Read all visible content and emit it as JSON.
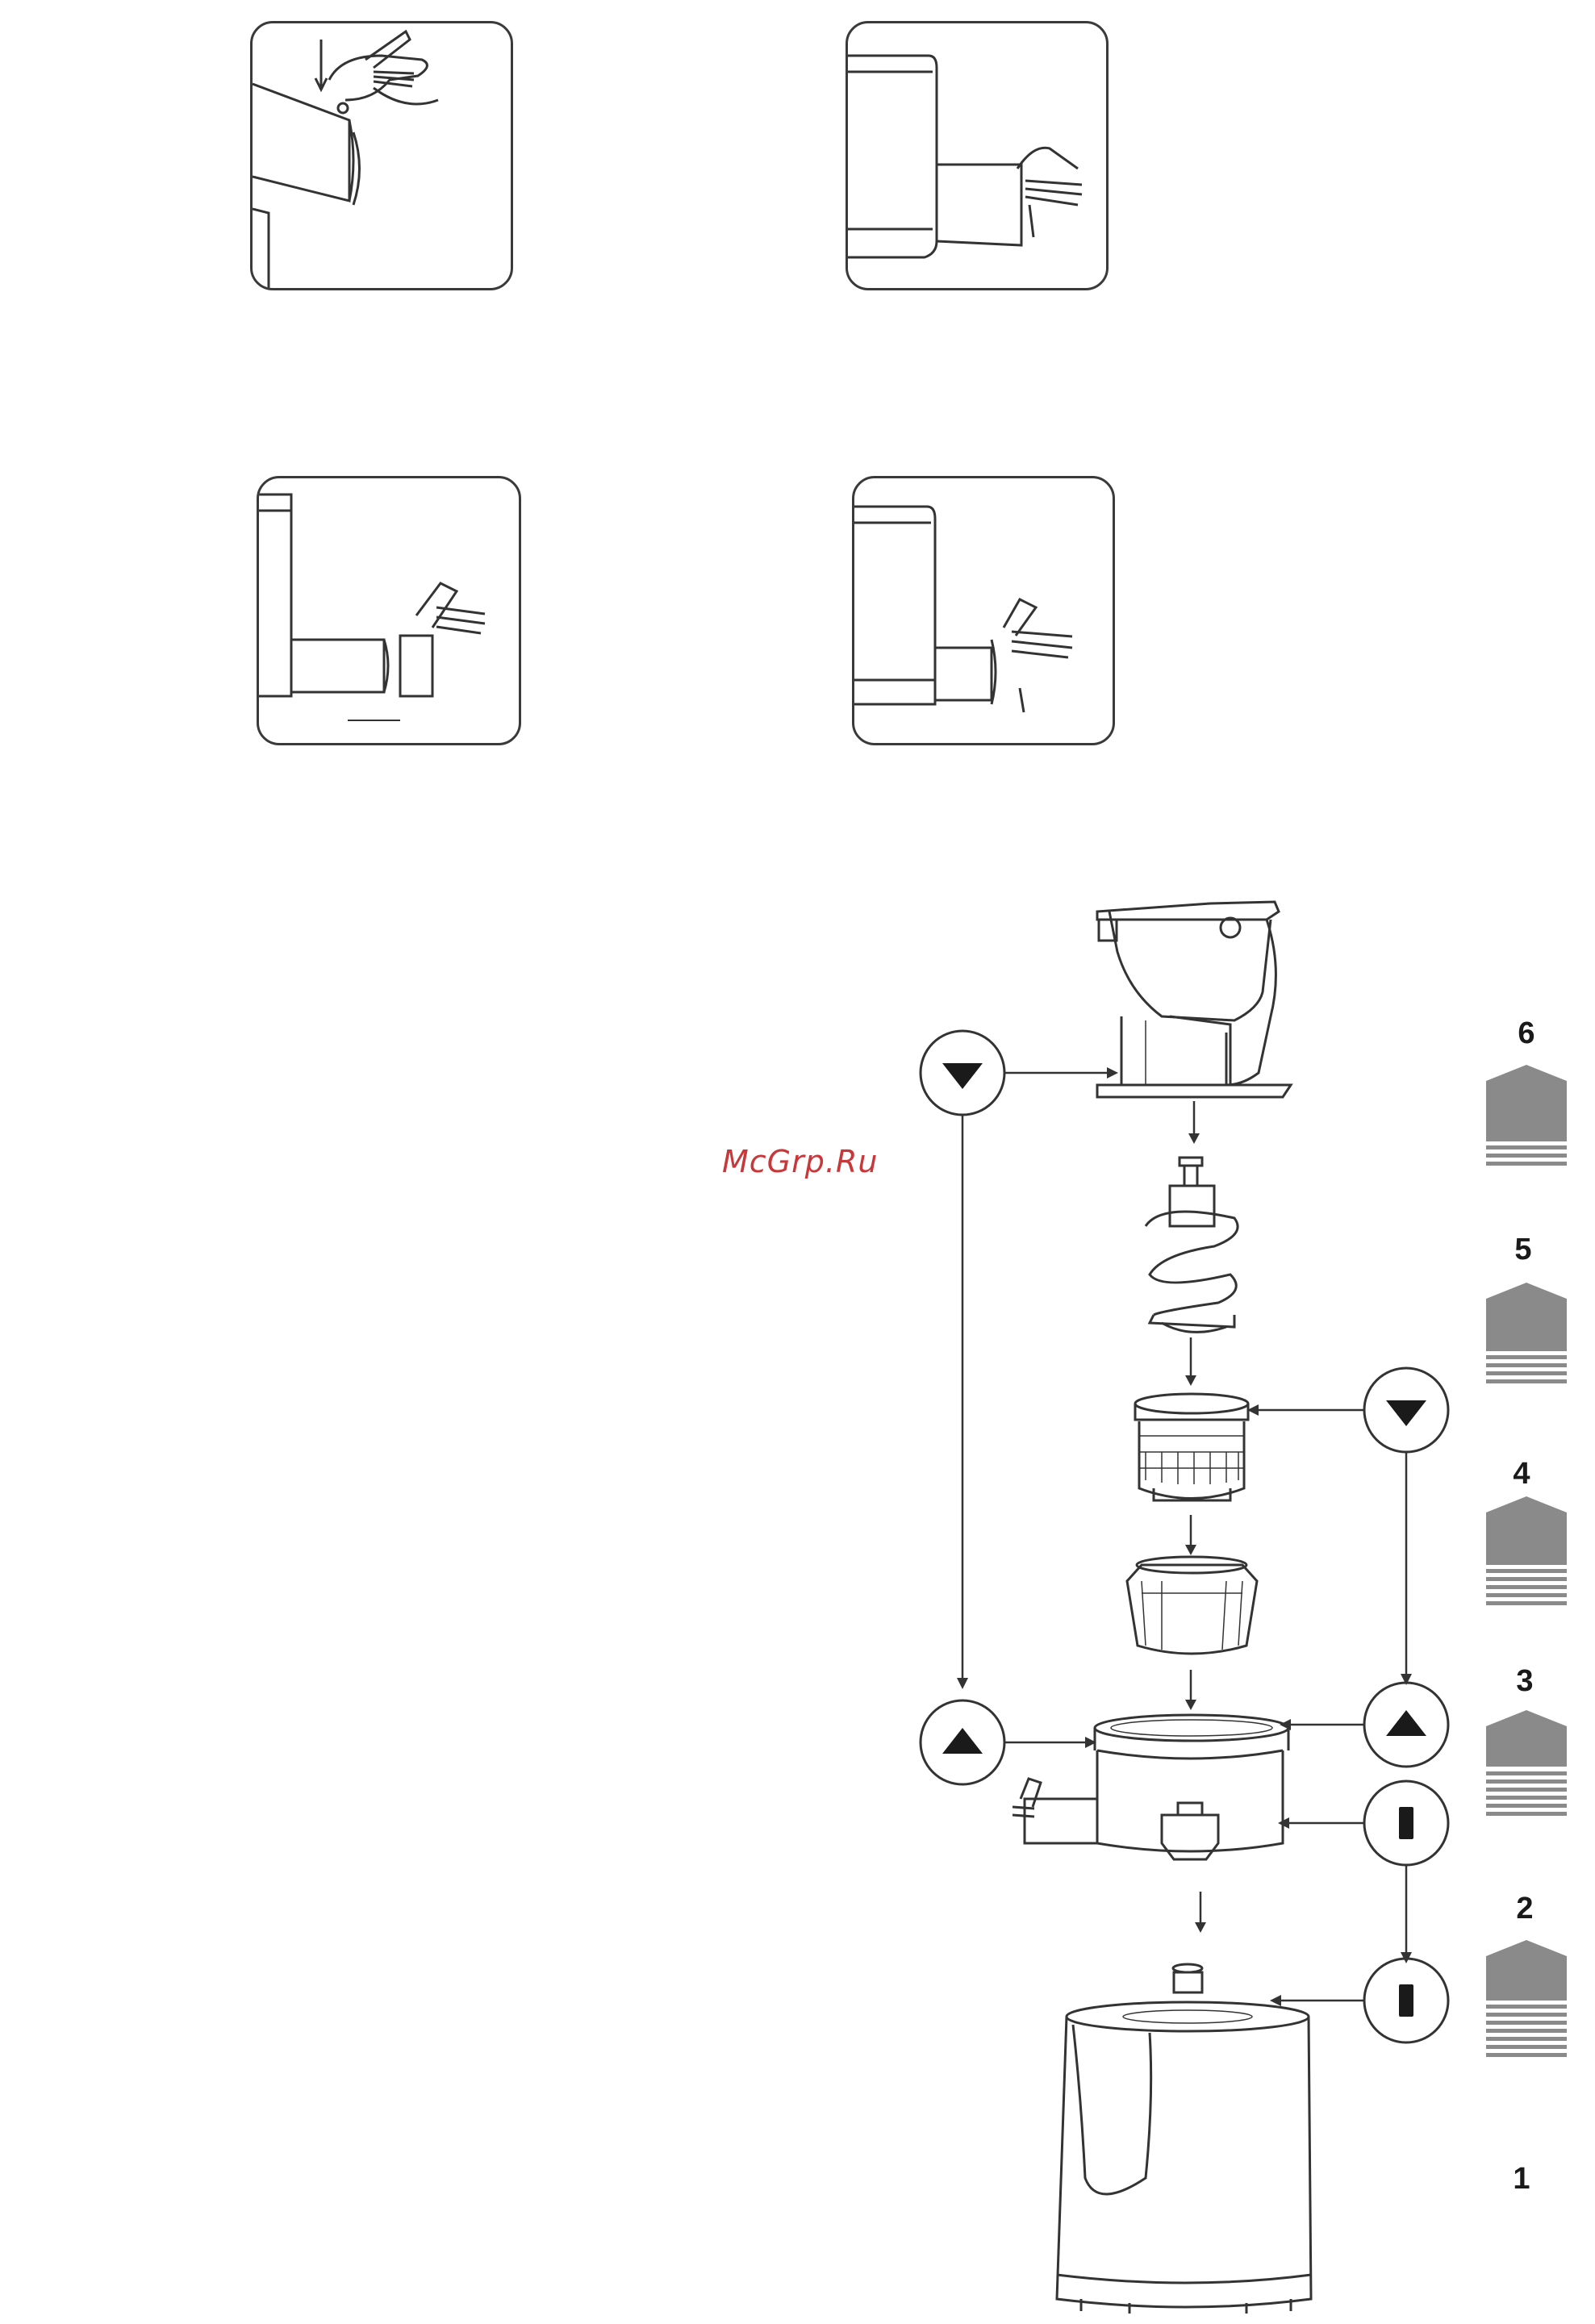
{
  "watermark": "McGrp.Ru",
  "steps": [
    "6",
    "5",
    "4",
    "3",
    "2",
    "1"
  ],
  "icons": {
    "lock_down": "triangle-down-icon",
    "lock_up": "triangle-up-icon",
    "align_mark": "bar-icon",
    "layer_stack": "stacked-layers-icon"
  },
  "colors": {
    "line": "#333333",
    "gray": "#8a8a8a",
    "watermark": "#c8373a"
  }
}
